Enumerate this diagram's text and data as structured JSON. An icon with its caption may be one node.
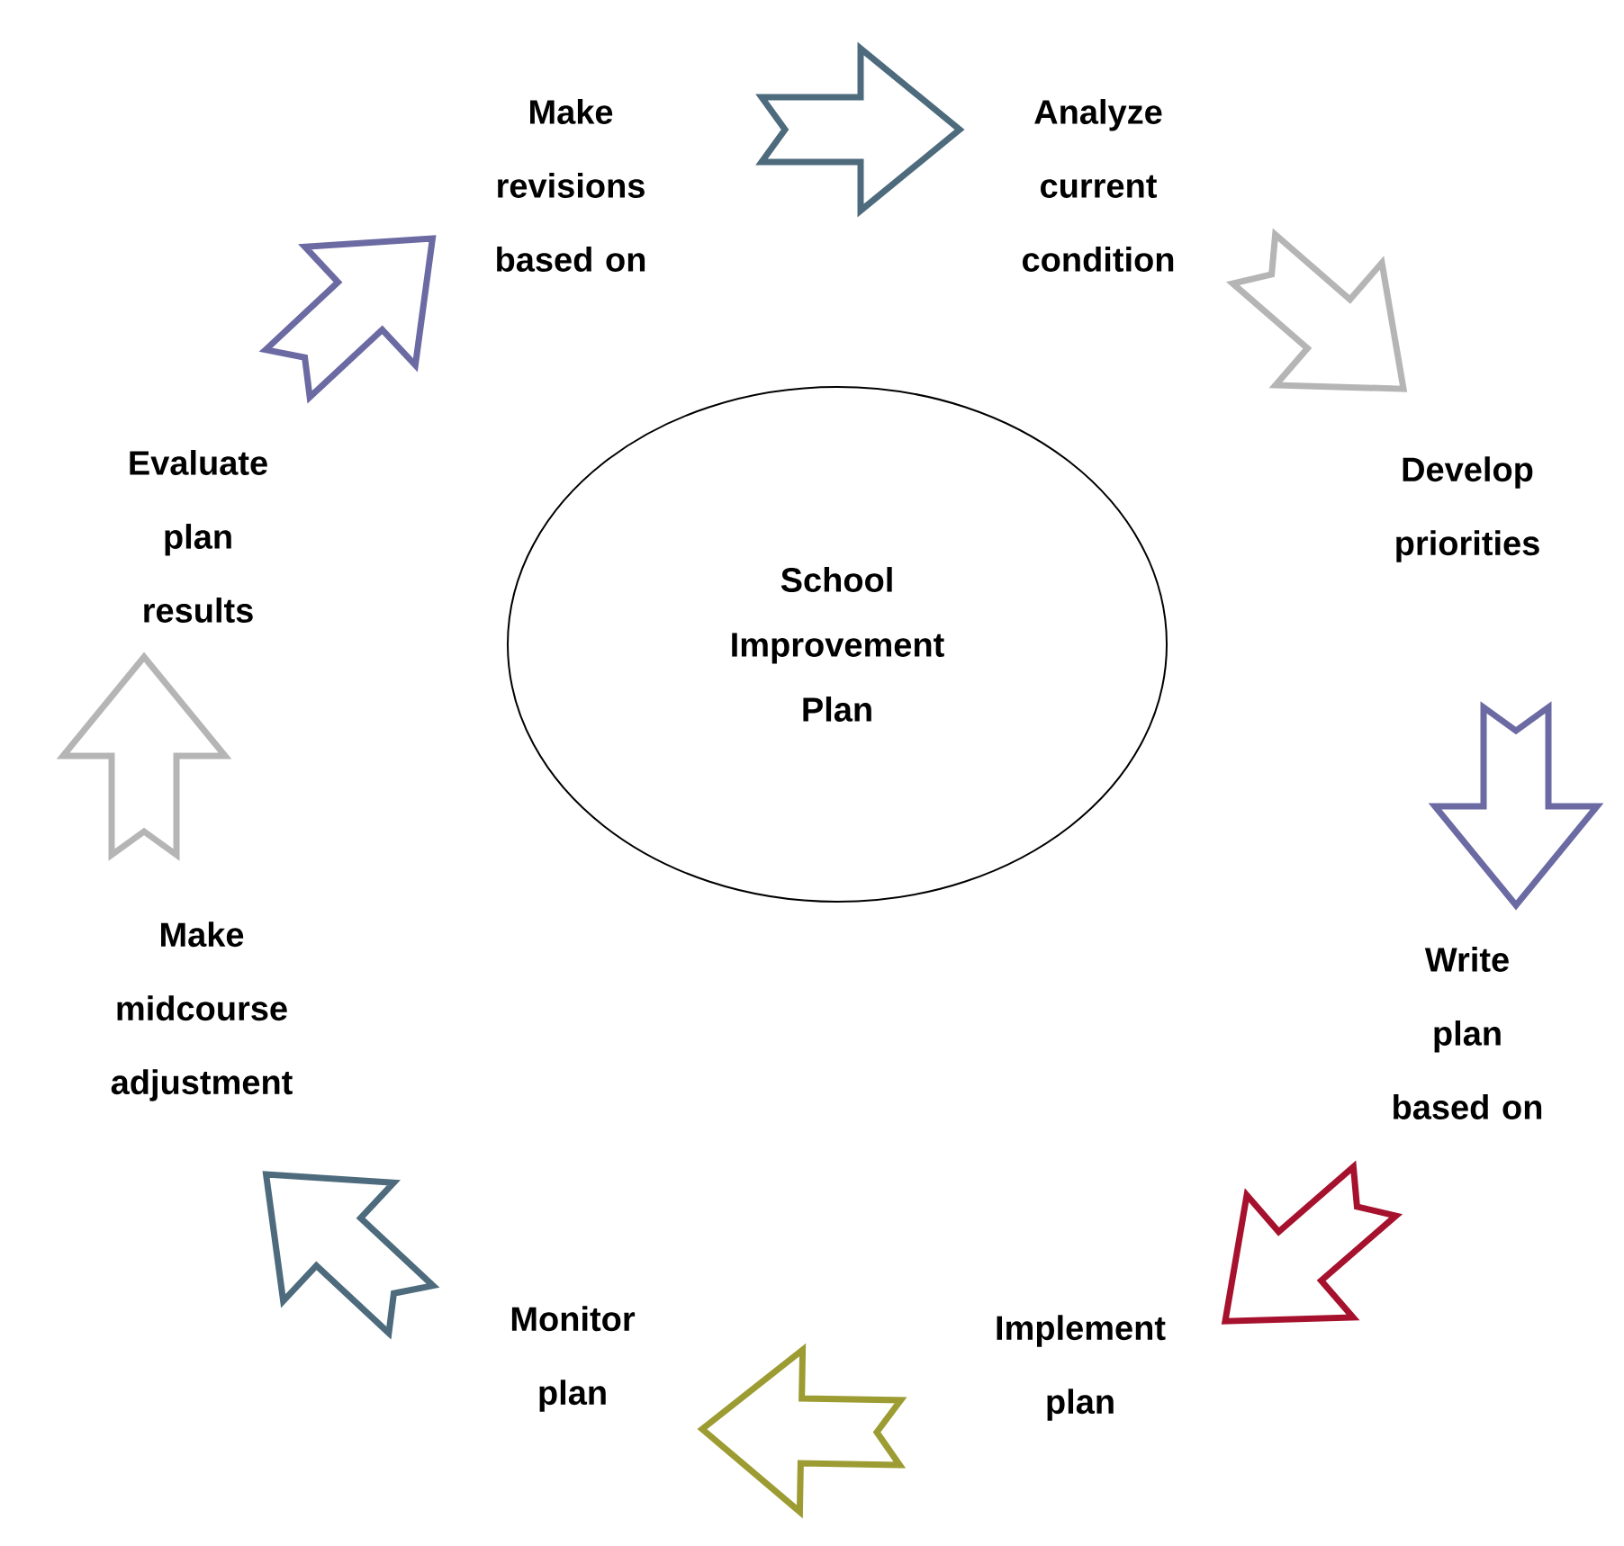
{
  "diagram": {
    "nodes": [
      {
        "text": [
          "School Improvement Plan"
        ]
      },
      {
        "text": [
          "Analyze current condition"
        ]
      },
      {
        "text": [
          "Develop priorities"
        ]
      },
      {
        "text": [
          "Write plan based on"
        ]
      },
      {
        "text": [
          "Implement plan"
        ]
      },
      {
        "text": [
          "Monitor plan"
        ]
      },
      {
        "text": [
          "Make midcourse adjustment"
        ]
      },
      {
        "text": [
          "Evaluate plan results"
        ]
      },
      {
        "text": [
          "Make revisions based on"
        ]
      }
    ],
    "edges": [
      {
        "from": 8,
        "to": 1,
        "arrow": "to",
        "color": "#4d6b7d"
      },
      {
        "from": 1,
        "to": 2,
        "arrow": "to",
        "color": "#b5b5b5"
      },
      {
        "from": 2,
        "to": 3,
        "arrow": "to",
        "color": "#6b6aa3"
      },
      {
        "from": 3,
        "to": 4,
        "arrow": "to",
        "color": "#a6122d"
      },
      {
        "from": 4,
        "to": 5,
        "arrow": "to",
        "color": "#9c9c33"
      },
      {
        "from": 5,
        "to": 6,
        "arrow": "to",
        "color": "#4d6b7d"
      },
      {
        "from": 6,
        "to": 7,
        "arrow": "to",
        "color": "#b5b5b5"
      },
      {
        "from": 7,
        "to": 8,
        "arrow": "to",
        "color": "#6b6aa3"
      }
    ]
  }
}
